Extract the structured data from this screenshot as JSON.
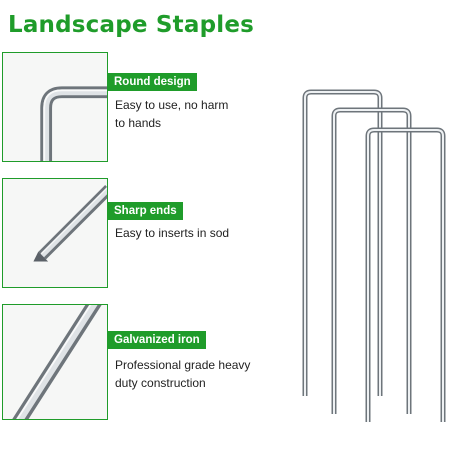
{
  "title": "Landscape Staples",
  "features": [
    {
      "label": "Round design",
      "desc_line1": "Easy to use, no harm",
      "desc_line2": "to hands"
    },
    {
      "label": "Sharp ends",
      "desc_line1": "Easy to inserts in sod",
      "desc_line2": ""
    },
    {
      "label": "Galvanized iron",
      "desc_line1": "Professional grade heavy",
      "desc_line2": "duty construction"
    }
  ],
  "colors": {
    "accent": "#1f9c2a",
    "metal_light": "#f2f4f5",
    "metal_dark": "#8a9096"
  }
}
